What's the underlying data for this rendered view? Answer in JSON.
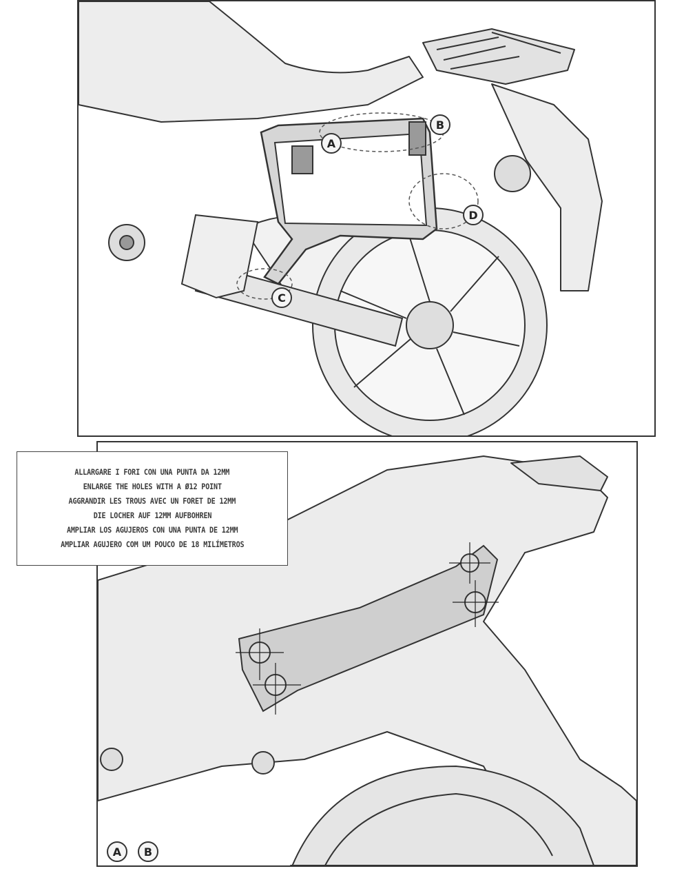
{
  "note": {
    "lines": [
      "ALLARGARE I FORI CON UNA PUNTA DA 12MM",
      "ENLARGE THE HOLES WITH A Ø12 POINT",
      "AGGRANDIR LES TROUS AVEC UN FORET DE 12MM",
      "DIE LOCHER AUF 12MM AUFBOHREN",
      "AMPLIAR LOS AGUJEROS CON UNA PUNTA DE 12MM",
      "AMPLIAR AGUJERO COM UM POUCO DE 18 MILÍMETROS"
    ]
  },
  "callouts": {
    "a": "A",
    "b": "B",
    "c": "C",
    "d": "D",
    "bottom_a": "A",
    "bottom_b": "B"
  },
  "colors": {
    "line": "#333333",
    "frame_fill": "#d6d6d6",
    "bracket_fill": "#9a9a9a",
    "body_fill": "#ededed"
  }
}
